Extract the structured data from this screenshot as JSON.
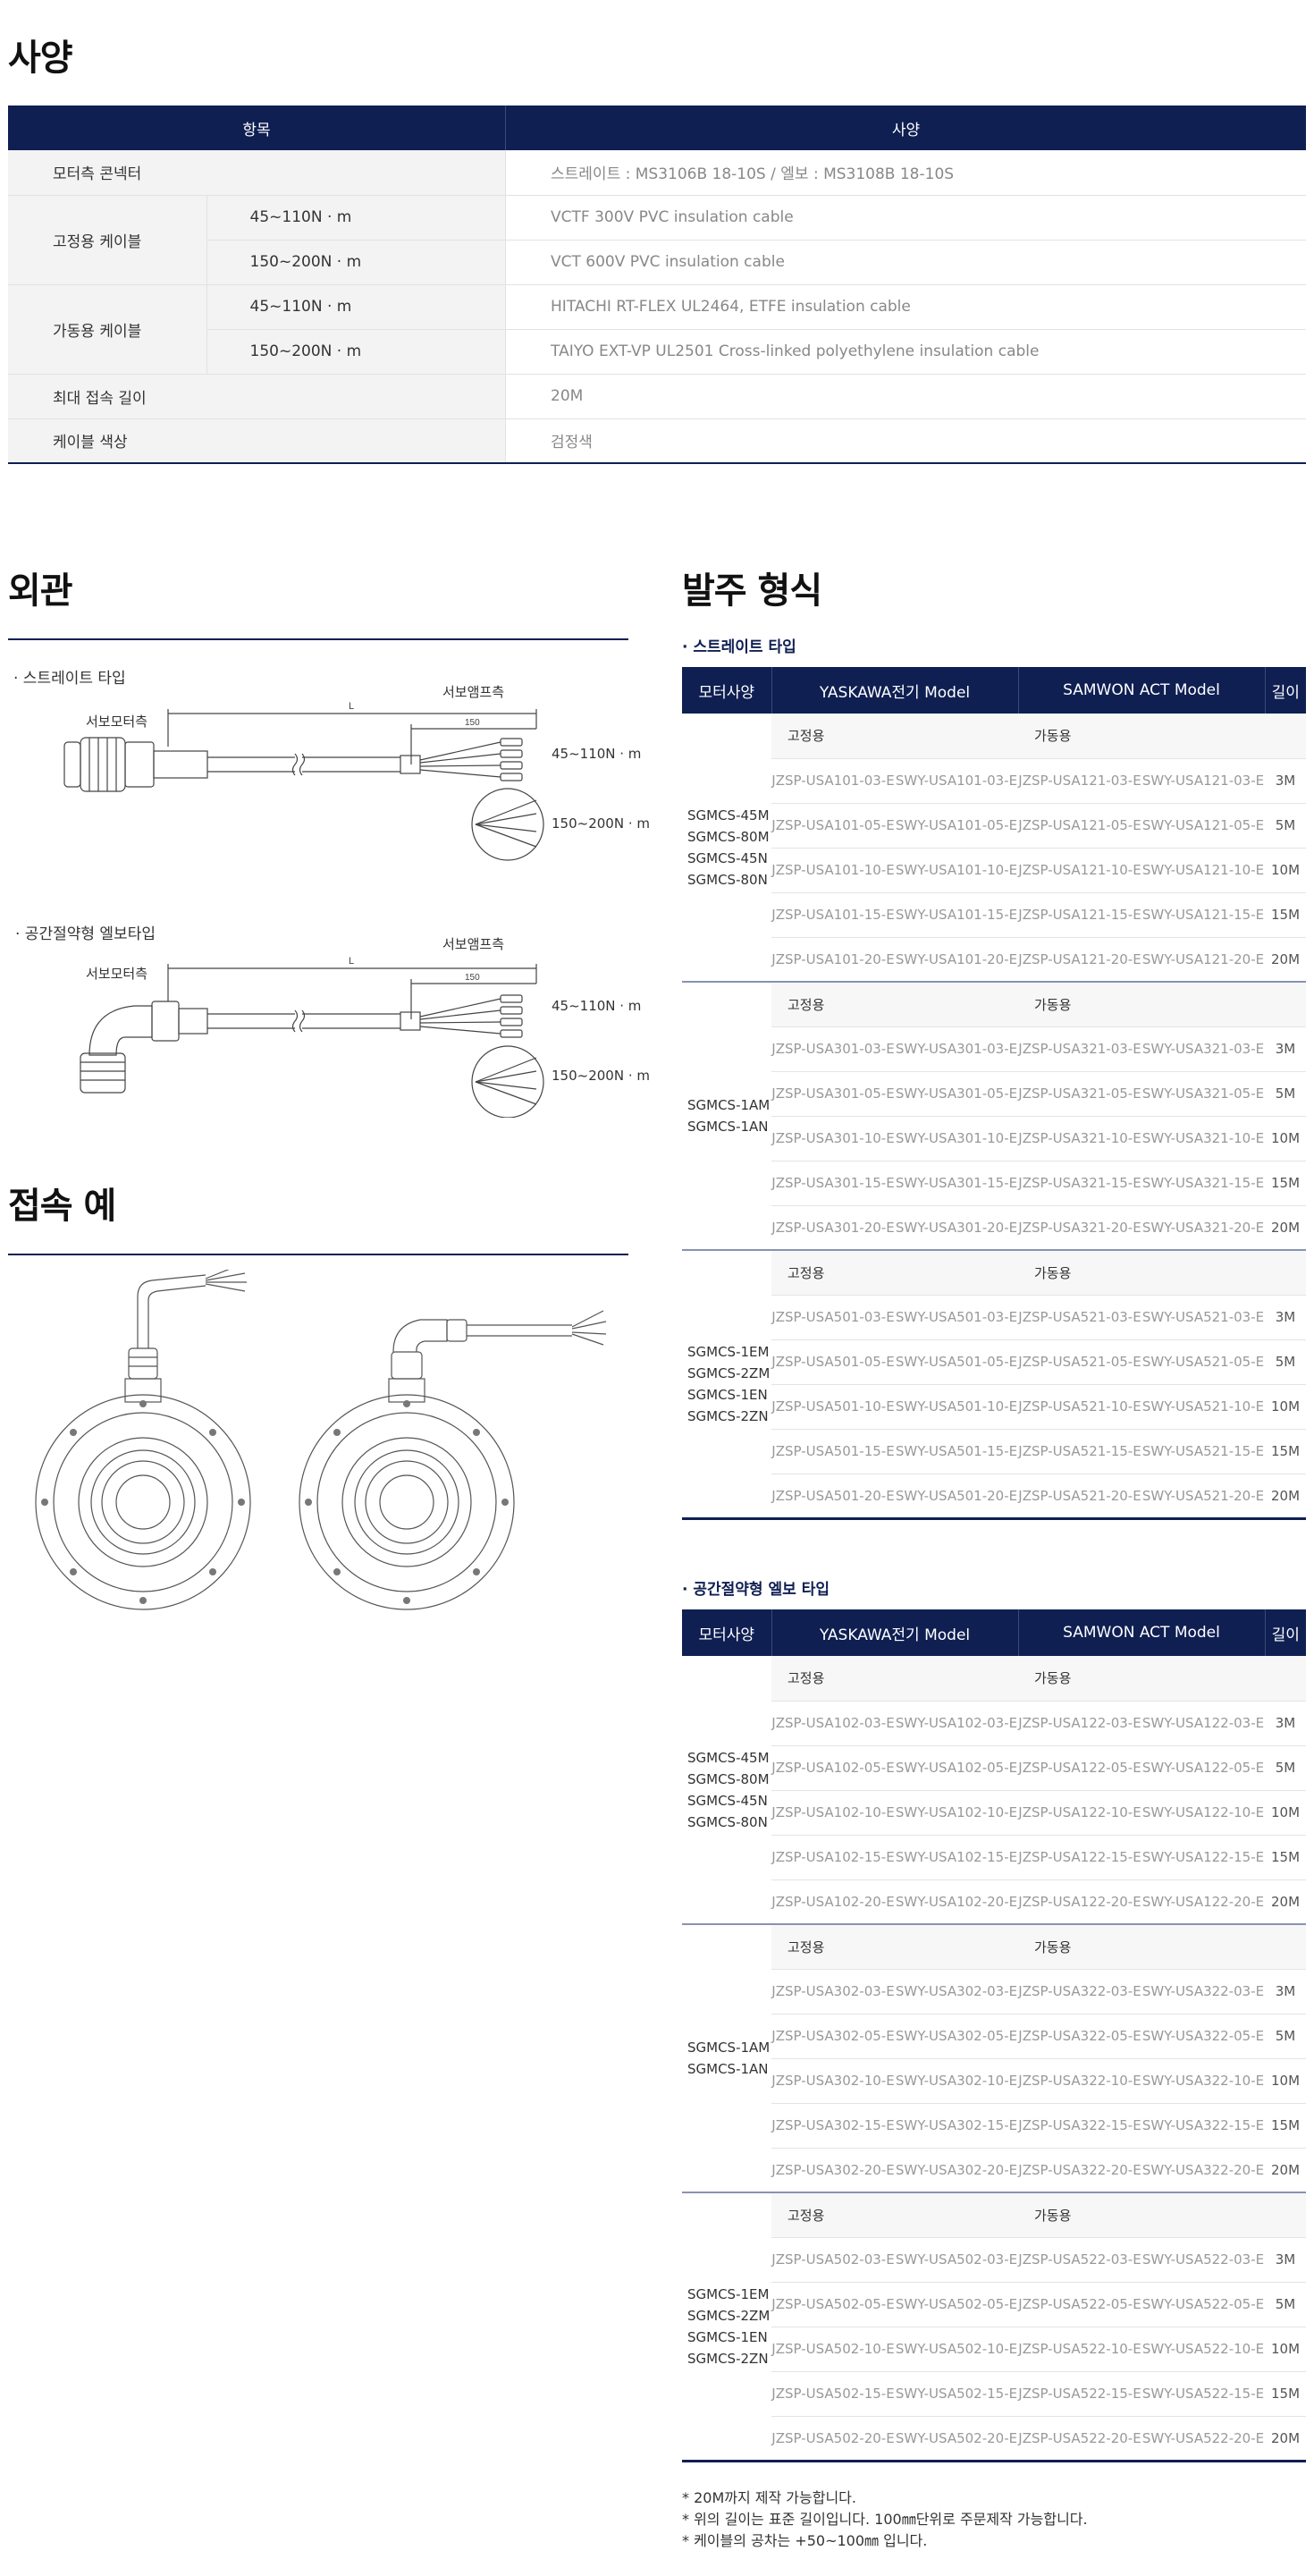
{
  "spec": {
    "title": "사양",
    "header": {
      "item": "항목",
      "spec": "사양"
    },
    "rows": [
      {
        "category": "모터측 콘넥터",
        "value": "스트레이트 : MS3106B 18-10S / 엘보 : MS3108B 18-10S"
      },
      {
        "category": "고정용 케이블",
        "subs": [
          {
            "torque": "45~110N · m",
            "value": "VCTF 300V PVC insulation cable"
          },
          {
            "torque": "150~200N · m",
            "value": "VCT 600V PVC insulation cable"
          }
        ]
      },
      {
        "category": "가동용 케이블",
        "subs": [
          {
            "torque": "45~110N · m",
            "value": "HITACHI RT-FLEX UL2464, ETFE insulation cable"
          },
          {
            "torque": "150~200N · m",
            "value": "TAIYO EXT-VP UL2501 Cross-linked polyethylene insulation cable"
          }
        ]
      },
      {
        "category": "최대 접속 길이",
        "value": "20M"
      },
      {
        "category": "케이블 색상",
        "value": "검정색"
      }
    ]
  },
  "appearance": {
    "title": "외관",
    "straight": {
      "label": "· 스트레이트 타입",
      "motor_side": "서보모터측",
      "amp_side": "서보앰프측",
      "dim_l": "L",
      "dim_150": "150",
      "torque_small": "45~110N · m",
      "torque_large": "150~200N · m"
    },
    "elbow": {
      "label": "· 공간절약형 엘보타입",
      "motor_side": "서보모터측",
      "amp_side": "서보앰프측",
      "dim_l": "L",
      "dim_150": "150",
      "torque_small": "45~110N · m",
      "torque_large": "150~200N · m"
    }
  },
  "connection": {
    "title": "접속 예"
  },
  "order": {
    "title": "발주 형식",
    "header": {
      "motor": "모터사양",
      "yaskawa": "YASKAWA전기 Model",
      "samwon": "SAMWON ACT Model",
      "length": "길이"
    },
    "kind_fixed": "고정용",
    "kind_movable": "가동용",
    "straight": {
      "label": "· 스트레이트 타입",
      "groups": [
        {
          "motors": [
            "SGMCS-45M",
            "SGMCS-80M",
            "SGMCS-45N",
            "SGMCS-80N"
          ],
          "rows": [
            [
              "JZSP-USA101-03-E",
              "SWY-USA101-03-E",
              "JZSP-USA121-03-E",
              "SWY-USA121-03-E",
              "3M"
            ],
            [
              "JZSP-USA101-05-E",
              "SWY-USA101-05-E",
              "JZSP-USA121-05-E",
              "SWY-USA121-05-E",
              "5M"
            ],
            [
              "JZSP-USA101-10-E",
              "SWY-USA101-10-E",
              "JZSP-USA121-10-E",
              "SWY-USA121-10-E",
              "10M"
            ],
            [
              "JZSP-USA101-15-E",
              "SWY-USA101-15-E",
              "JZSP-USA121-15-E",
              "SWY-USA121-15-E",
              "15M"
            ],
            [
              "JZSP-USA101-20-E",
              "SWY-USA101-20-E",
              "JZSP-USA121-20-E",
              "SWY-USA121-20-E",
              "20M"
            ]
          ]
        },
        {
          "motors": [
            "SGMCS-1AM",
            "SGMCS-1AN"
          ],
          "rows": [
            [
              "JZSP-USA301-03-E",
              "SWY-USA301-03-E",
              "JZSP-USA321-03-E",
              "SWY-USA321-03-E",
              "3M"
            ],
            [
              "JZSP-USA301-05-E",
              "SWY-USA301-05-E",
              "JZSP-USA321-05-E",
              "SWY-USA321-05-E",
              "5M"
            ],
            [
              "JZSP-USA301-10-E",
              "SWY-USA301-10-E",
              "JZSP-USA321-10-E",
              "SWY-USA321-10-E",
              "10M"
            ],
            [
              "JZSP-USA301-15-E",
              "SWY-USA301-15-E",
              "JZSP-USA321-15-E",
              "SWY-USA321-15-E",
              "15M"
            ],
            [
              "JZSP-USA301-20-E",
              "SWY-USA301-20-E",
              "JZSP-USA321-20-E",
              "SWY-USA321-20-E",
              "20M"
            ]
          ]
        },
        {
          "motors": [
            "SGMCS-1EM",
            "SGMCS-2ZM",
            "SGMCS-1EN",
            "SGMCS-2ZN"
          ],
          "rows": [
            [
              "JZSP-USA501-03-E",
              "SWY-USA501-03-E",
              "JZSP-USA521-03-E",
              "SWY-USA521-03-E",
              "3M"
            ],
            [
              "JZSP-USA501-05-E",
              "SWY-USA501-05-E",
              "JZSP-USA521-05-E",
              "SWY-USA521-05-E",
              "5M"
            ],
            [
              "JZSP-USA501-10-E",
              "SWY-USA501-10-E",
              "JZSP-USA521-10-E",
              "SWY-USA521-10-E",
              "10M"
            ],
            [
              "JZSP-USA501-15-E",
              "SWY-USA501-15-E",
              "JZSP-USA521-15-E",
              "SWY-USA521-15-E",
              "15M"
            ],
            [
              "JZSP-USA501-20-E",
              "SWY-USA501-20-E",
              "JZSP-USA521-20-E",
              "SWY-USA521-20-E",
              "20M"
            ]
          ]
        }
      ]
    },
    "elbow": {
      "label": "· 공간절약형 엘보 타입",
      "groups": [
        {
          "motors": [
            "SGMCS-45M",
            "SGMCS-80M",
            "SGMCS-45N",
            "SGMCS-80N"
          ],
          "rows": [
            [
              "JZSP-USA102-03-E",
              "SWY-USA102-03-E",
              "JZSP-USA122-03-E",
              "SWY-USA122-03-E",
              "3M"
            ],
            [
              "JZSP-USA102-05-E",
              "SWY-USA102-05-E",
              "JZSP-USA122-05-E",
              "SWY-USA122-05-E",
              "5M"
            ],
            [
              "JZSP-USA102-10-E",
              "SWY-USA102-10-E",
              "JZSP-USA122-10-E",
              "SWY-USA122-10-E",
              "10M"
            ],
            [
              "JZSP-USA102-15-E",
              "SWY-USA102-15-E",
              "JZSP-USA122-15-E",
              "SWY-USA122-15-E",
              "15M"
            ],
            [
              "JZSP-USA102-20-E",
              "SWY-USA102-20-E",
              "JZSP-USA122-20-E",
              "SWY-USA122-20-E",
              "20M"
            ]
          ]
        },
        {
          "motors": [
            "SGMCS-1AM",
            "SGMCS-1AN"
          ],
          "rows": [
            [
              "JZSP-USA302-03-E",
              "SWY-USA302-03-E",
              "JZSP-USA322-03-E",
              "SWY-USA322-03-E",
              "3M"
            ],
            [
              "JZSP-USA302-05-E",
              "SWY-USA302-05-E",
              "JZSP-USA322-05-E",
              "SWY-USA322-05-E",
              "5M"
            ],
            [
              "JZSP-USA302-10-E",
              "SWY-USA302-10-E",
              "JZSP-USA322-10-E",
              "SWY-USA322-10-E",
              "10M"
            ],
            [
              "JZSP-USA302-15-E",
              "SWY-USA302-15-E",
              "JZSP-USA322-15-E",
              "SWY-USA322-15-E",
              "15M"
            ],
            [
              "JZSP-USA302-20-E",
              "SWY-USA302-20-E",
              "JZSP-USA322-20-E",
              "SWY-USA322-20-E",
              "20M"
            ]
          ]
        },
        {
          "motors": [
            "SGMCS-1EM",
            "SGMCS-2ZM",
            "SGMCS-1EN",
            "SGMCS-2ZN"
          ],
          "rows": [
            [
              "JZSP-USA502-03-E",
              "SWY-USA502-03-E",
              "JZSP-USA522-03-E",
              "SWY-USA522-03-E",
              "3M"
            ],
            [
              "JZSP-USA502-05-E",
              "SWY-USA502-05-E",
              "JZSP-USA522-05-E",
              "SWY-USA522-05-E",
              "5M"
            ],
            [
              "JZSP-USA502-10-E",
              "SWY-USA502-10-E",
              "JZSP-USA522-10-E",
              "SWY-USA522-10-E",
              "10M"
            ],
            [
              "JZSP-USA502-15-E",
              "SWY-USA502-15-E",
              "JZSP-USA522-15-E",
              "SWY-USA522-15-E",
              "15M"
            ],
            [
              "JZSP-USA502-20-E",
              "SWY-USA502-20-E",
              "JZSP-USA522-20-E",
              "SWY-USA522-20-E",
              "20M"
            ]
          ]
        }
      ]
    },
    "notes": [
      "* 20M까지 제작 가능합니다.",
      "* 위의 길이는 표준 길이입니다. 100㎜단위로 주문제작 가능합니다.",
      "* 케이블의 공차는 +50~100㎜ 입니다."
    ]
  }
}
